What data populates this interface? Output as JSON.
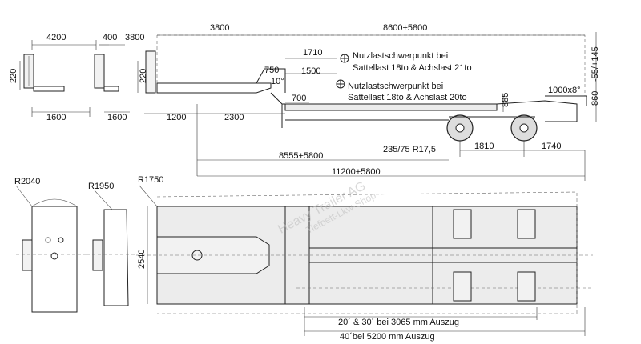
{
  "side_view": {
    "front_width_1": "4200",
    "front_width_2": "400",
    "front_width_3": "3800",
    "gooseneck_len": "3800",
    "deck_len": "8600+5800",
    "height_left_1": "220",
    "height_left_2": "220",
    "bottom_1600_a": "1600",
    "bottom_1600_b": "1600",
    "bottom_1200": "1200",
    "bottom_2300": "2300",
    "dim_1710": "1710",
    "dim_1500": "1500",
    "dim_750": "750",
    "angle_10": "10°",
    "dim_700": "700",
    "cg1_line1": "Nutzlastschwerpunkt bei",
    "cg1_line2": "Sattellast 18to & Achslast 21to",
    "cg2_line1": "Nutzlastschwerpunkt bei",
    "cg2_line2": "Sattellast 18to & Achslast 20to",
    "dim_885": "885",
    "dim_860": "860",
    "dim_ramp": "1000x8°",
    "dim_vert_range": "-55/+145",
    "tire": "235/75 R17,5",
    "axle_1810": "1810",
    "axle_1740": "1740",
    "total_8555": "8555+5800",
    "total_11200": "11200+5800"
  },
  "top_view": {
    "r2040": "R2040",
    "r1950": "R1950",
    "r1750": "R1750",
    "width_2540": "2540",
    "ext_20_30": "20´ & 30´ bei 3065 mm Auszug",
    "ext_40": "40´bei 5200 mm Auszug"
  },
  "watermark": {
    "line1": "Heavy Trailer AG",
    "line2": "Tiefbett-Lkw-Shop"
  }
}
